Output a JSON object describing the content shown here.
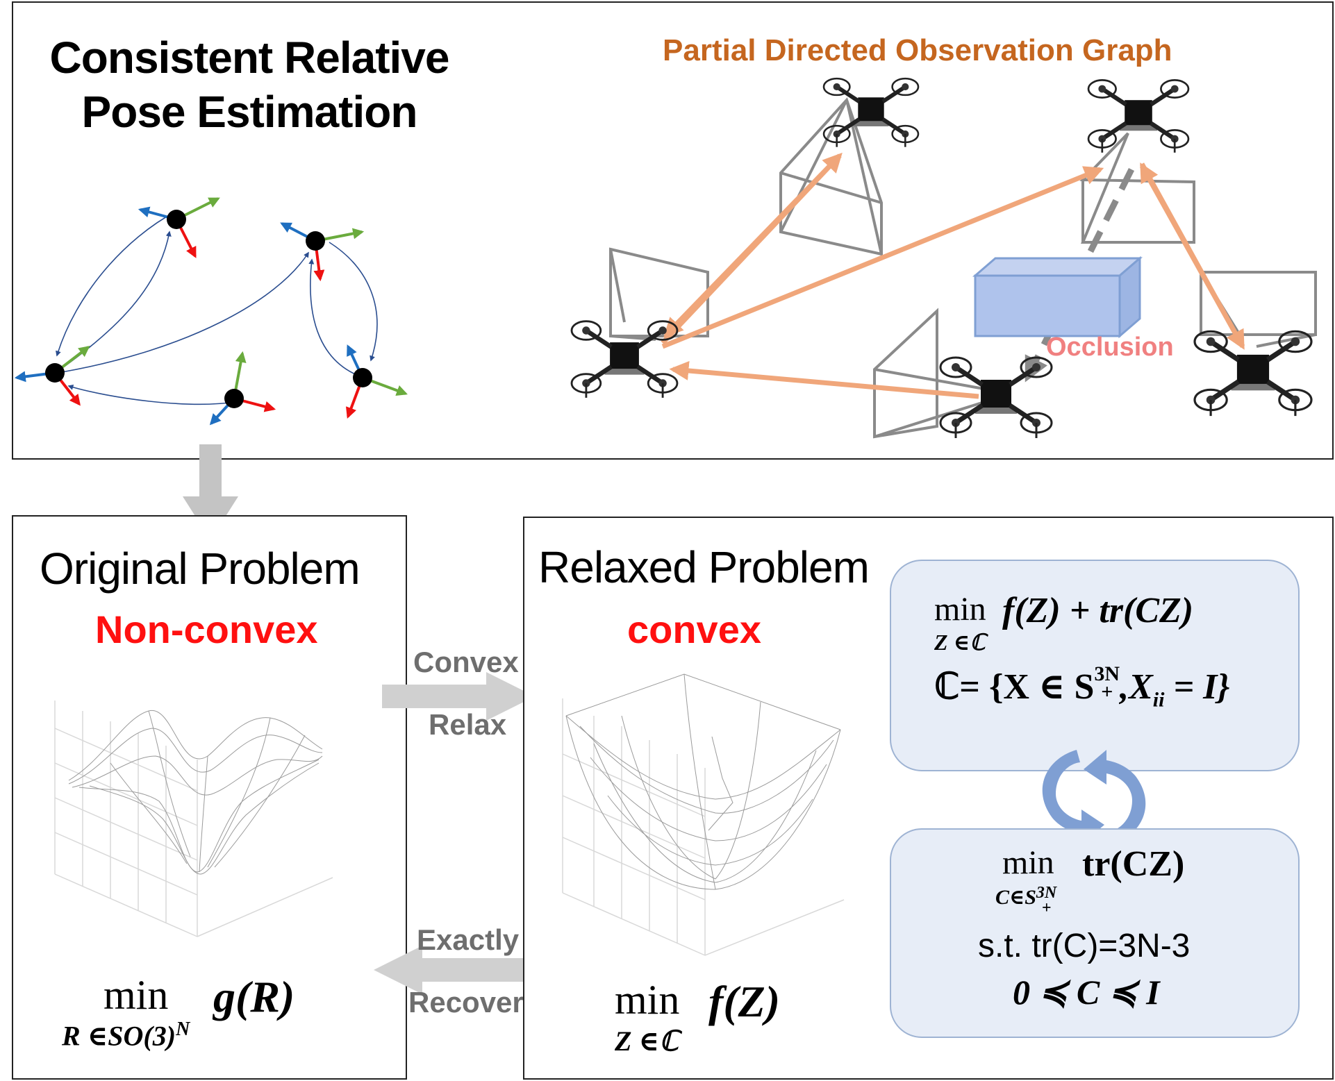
{
  "top": {
    "title_line1": "Consistent Relative",
    "title_line2": "Pose Estimation",
    "graph_title": "Partial Directed Observation Graph",
    "occlusion_label": "Occlusion"
  },
  "original": {
    "title": "Original Problem",
    "convexity": "Non-convex",
    "objective_min": "min",
    "objective_sub": "R ∈SO(3)",
    "objective_sub_sup": "N",
    "objective_func": "g(R)"
  },
  "relaxed": {
    "title": "Relaxed Problem",
    "convexity": "convex",
    "objective_min": "min",
    "objective_sub": "Z ∈ℂ",
    "objective_func": "f(Z)"
  },
  "arrows": {
    "convex_label": "Convex",
    "relax_label": "Relax",
    "exactly_label": "Exactly",
    "recover_label": "Recover"
  },
  "box1": {
    "min": "min",
    "sub": "Z ∈ℂ",
    "expr": "f(Z) + tr(CZ)",
    "set_def": "ℂ= {X ∈ S",
    "set_sup": "3N",
    "set_subplus": "+",
    "set_tail": ",X",
    "set_tail_sub": "ii",
    "set_end": " = I}"
  },
  "box2": {
    "min": "min",
    "sub": "C∈S",
    "sub_sup": "3N",
    "sub_plus": "+",
    "expr": "tr(CZ)",
    "constraint1": "s.t. tr(C)=3N-3",
    "constraint2": "0 ≼ C ≼ I"
  },
  "colors": {
    "graph_title": "#c5661f",
    "convexity": "#ff1010",
    "occlusion": "#f08080",
    "orange_arrow": "#f0a67a",
    "box_fill": "#e7edf7",
    "cycle_arrow": "#7f9fd3",
    "frame_x": "#ee1111",
    "frame_y": "#1f6fc0",
    "frame_z": "#6aab3d"
  }
}
